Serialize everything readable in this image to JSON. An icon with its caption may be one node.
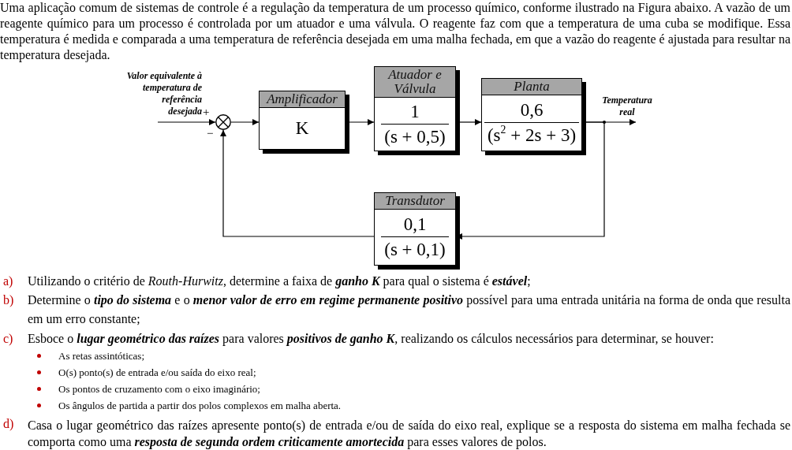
{
  "diagram": {
    "nodes": [
      {
        "text": [
          "Valor equivalente à temperatura de referência desejada"
        ]
      },
      {
        "text": [],
        "shape": "circle",
        "beside": [
          "+",
          "−"
        ]
      },
      {
        "text": [
          "Amplificador",
          "K"
        ]
      },
      {
        "text": [
          "Atuador e Válvula",
          "1",
          "(s + 0,5)"
        ]
      },
      {
        "text": [
          "Planta",
          "0,6",
          "(s$^{2}$ + 2s + 3)"
        ]
      },
      {
        "text": [
          "Temperatura real"
        ]
      },
      {
        "text": [
          "Transdutor",
          "0,1",
          "(s + 0,1)"
        ]
      }
    ],
    "edges": [
      {
        "from": 0,
        "to": 1,
        "arrow": "to"
      },
      {
        "from": 1,
        "to": 2,
        "arrow": "to"
      },
      {
        "from": 2,
        "to": 3,
        "arrow": "to"
      },
      {
        "from": 3,
        "to": 4,
        "arrow": "to"
      },
      {
        "from": 4,
        "to": 5,
        "arrow": "to"
      },
      {
        "from": 4,
        "to": 6,
        "arrow": "to"
      },
      {
        "from": 6,
        "to": 1,
        "arrow": "to"
      }
    ],
    "labels": [
      "Uma aplicação comum de sistemas de controle é a regulação da temperatura de um processo químico, conforme ilustrado na Figura abaixo. A vazão de um reagente químico para um processo é controlada por um atuador e uma válvula. O reagente faz com que a temperatura de uma cuba se modifique. Essa temperatura é medida e comparada a uma temperatura de referência desejada em uma malha fechada, em que a vazão do reagente é ajustada para resultar na temperatura desejada.",
      "a)",
      "Utilizando o critério de *Routh-Hurwitz*, determine a faixa de **ganho K** para qual o sistema é **estável**;",
      "b)",
      "Determine o **tipo do sistema** e o **menor valor de erro em regime permanente positivo** possível para uma entrada unitária na forma de onda que resulta em um erro constante;",
      "c)",
      "Esboce o **lugar geométrico das raízes** para valores **positivos de ganho K**, realizando os cálculos necessários para determinar, se houver:",
      "As retas assintóticas;",
      "O(s) ponto(s) de entrada e/ou saída do eixo real;",
      "Os pontos de cruzamento com o eixo imaginário;",
      "Os ângulos de partida a partir dos polos complexos em malha aberta.",
      "d)",
      "Casa o lugar geométrico das raízes apresente ponto(s) de entrada e/ou de saída do eixo real, explique se a resposta do sistema em malha fechada se comporta como uma **resposta de segunda ordem criticamente amortecida** para esses valores de polos."
    ]
  }
}
